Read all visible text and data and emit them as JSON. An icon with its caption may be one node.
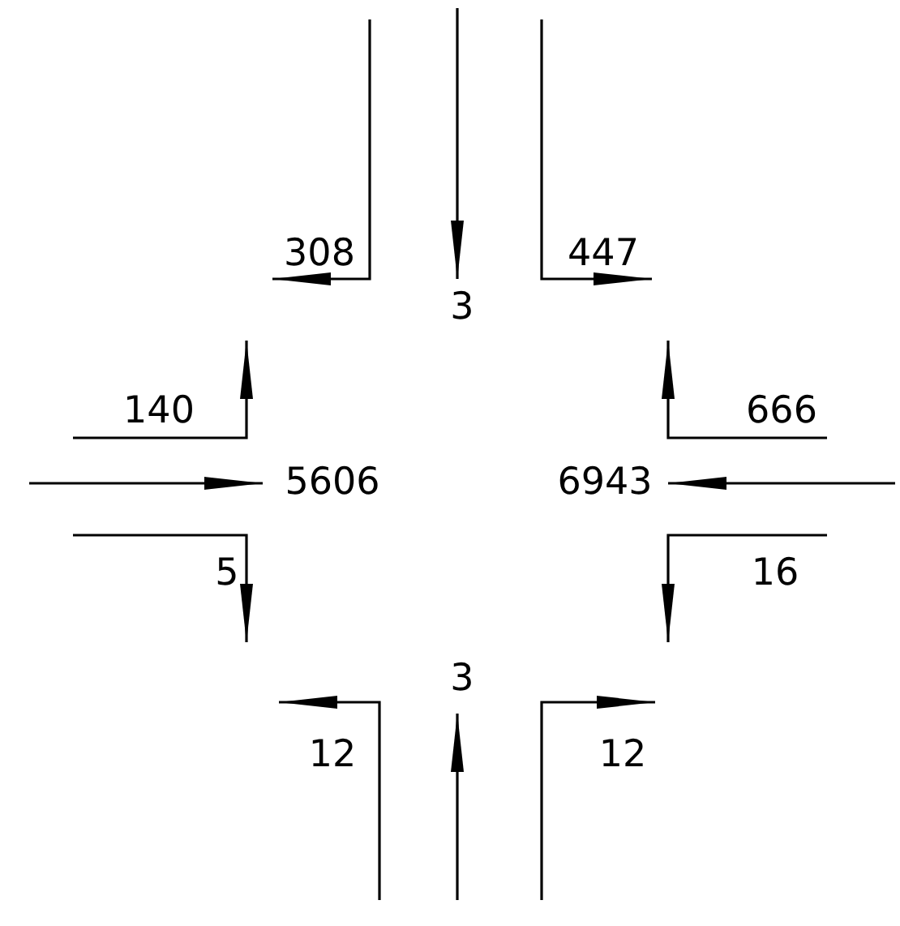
{
  "diagram": {
    "labels": [
      "308",
      "447",
      "3",
      "140",
      "666",
      "5606",
      "6943",
      "5",
      "16",
      "3",
      "12",
      "12"
    ]
  }
}
